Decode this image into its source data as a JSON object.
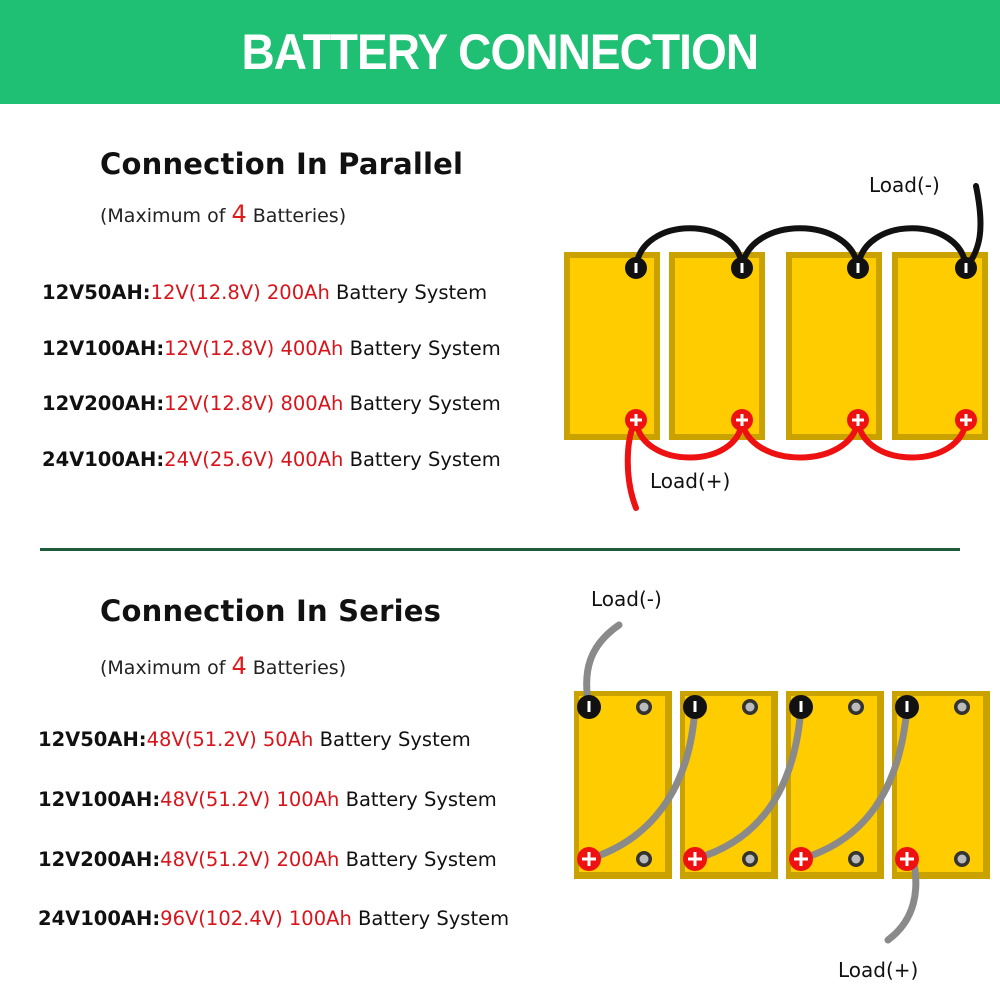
{
  "header": {
    "title": "BATTERY CONNECTION"
  },
  "colors": {
    "banner": "#1fbf74",
    "highlight_red": "#d9141b",
    "battery_yellow": "#ffcc00",
    "battery_edge": "#c9a200",
    "wire_black": "#111111",
    "wire_red": "#ee1111",
    "wire_gray": "#8a8a8a",
    "divider": "#1e5b3a"
  },
  "parallel": {
    "title": "Connection In Parallel",
    "subtitle_prefix": "(Maximum of",
    "subtitle_number": "4",
    "subtitle_suffix": "Batteries)",
    "rows": [
      {
        "model": "12V50AH:",
        "value": "12V(12.8V) 200Ah",
        "suffix": "Battery System"
      },
      {
        "model": "12V100AH:",
        "value": "12V(12.8V) 400Ah",
        "suffix": "Battery System"
      },
      {
        "model": "12V200AH:",
        "value": "12V(12.8V) 800Ah",
        "suffix": "Battery System"
      },
      {
        "model": "24V100AH:",
        "value": "24V(25.6V) 400Ah",
        "suffix": "Battery System"
      }
    ],
    "diagram": {
      "load_negative": "Load(-)",
      "load_positive": "Load(+)",
      "battery_count": 4
    }
  },
  "series": {
    "title": "Connection In Series",
    "subtitle_prefix": "(Maximum of",
    "subtitle_number": "4",
    "subtitle_suffix": "Batteries)",
    "rows": [
      {
        "model": "12V50AH:",
        "value": "48V(51.2V) 50Ah",
        "suffix": "Battery System"
      },
      {
        "model": "12V100AH:",
        "value": "48V(51.2V) 100Ah",
        "suffix": "Battery System"
      },
      {
        "model": "12V200AH:",
        "value": "48V(51.2V) 200Ah",
        "suffix": "Battery System"
      },
      {
        "model": "24V100AH:",
        "value": "96V(102.4V) 100Ah",
        "suffix": "Battery System"
      }
    ],
    "diagram": {
      "load_negative": "Load(-)",
      "load_positive": "Load(+)",
      "battery_count": 4
    }
  }
}
